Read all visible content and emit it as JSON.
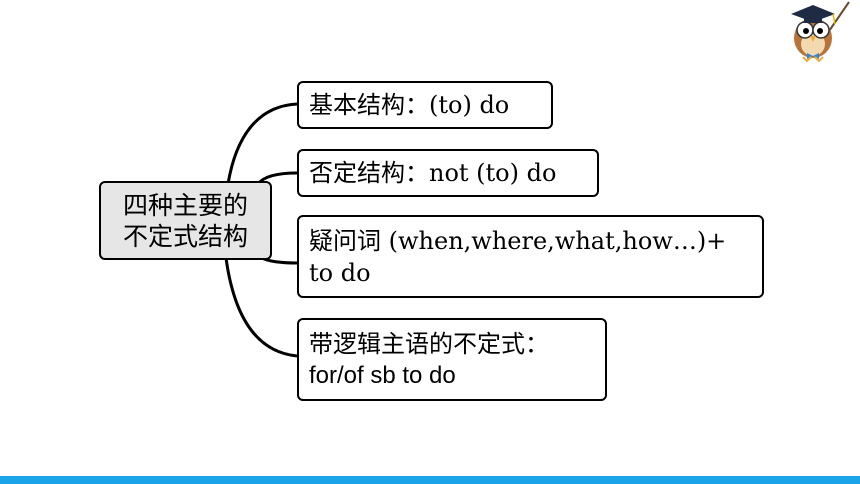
{
  "colors": {
    "accent_bar": "#1aa3e8",
    "root_fill": "#e6e6e6"
  },
  "icons": {
    "mascot": "owl-teacher-icon"
  },
  "root": {
    "line1": "四种主要的",
    "line2": "不定式结构"
  },
  "branches": [
    {
      "line1": "基本结构：(to) do"
    },
    {
      "line1": "否定结构：not (to) do"
    },
    {
      "line1": "疑问词 (when,where,what,how…)+",
      "line2": "to do"
    },
    {
      "line1": "带逻辑主语的不定式：",
      "line2": "for/of sb to do"
    }
  ]
}
